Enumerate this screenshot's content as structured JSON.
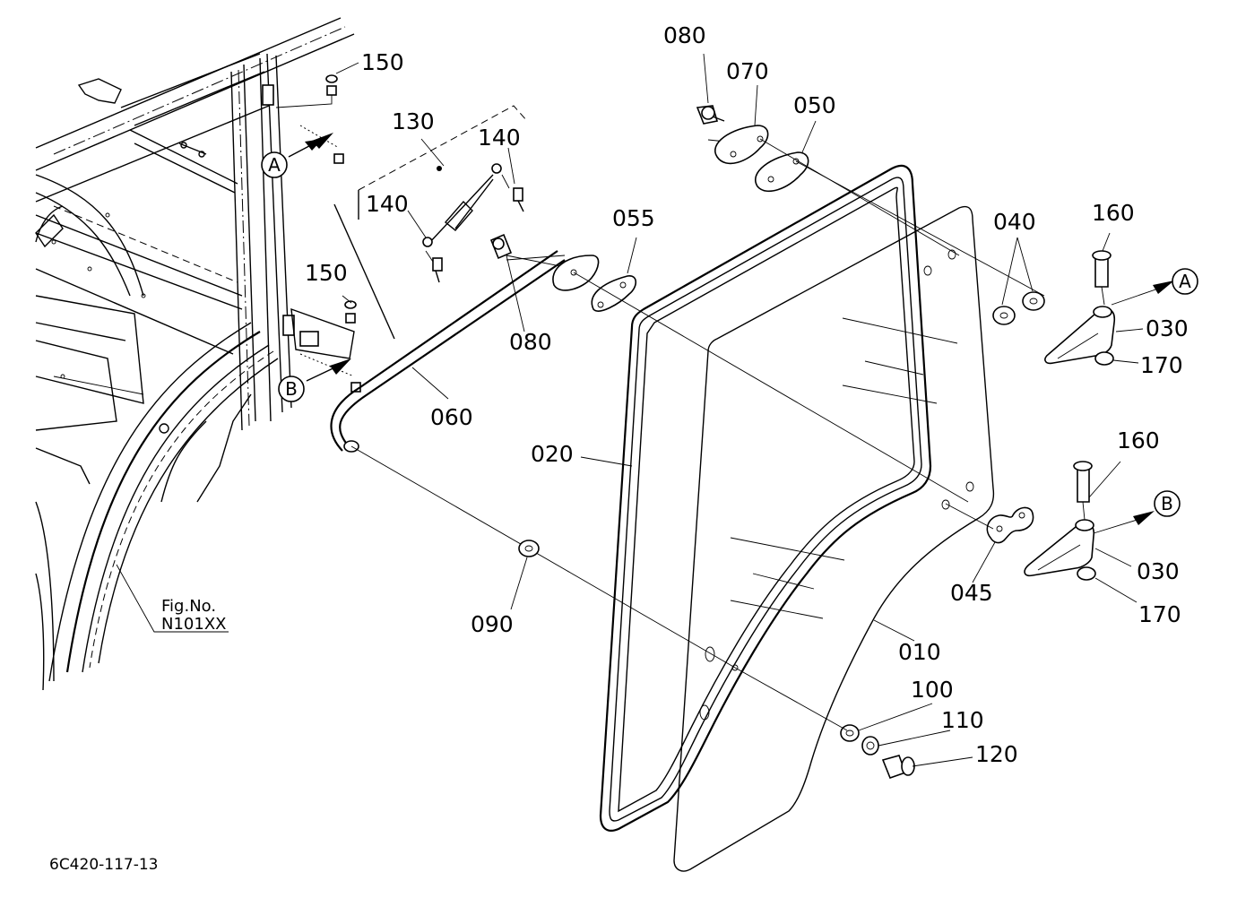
{
  "figure_number_label": "Fig.No.",
  "figure_number": "N101XX",
  "drawing_code": "6C420-117-13",
  "view_markers": [
    "A",
    "B"
  ],
  "parts": {
    "p010": "010",
    "p020": "020",
    "p030a": "030",
    "p030b": "030",
    "p040": "040",
    "p045": "045",
    "p050": "050",
    "p055": "055",
    "p060": "060",
    "p070": "070",
    "p080a": "080",
    "p080b": "080",
    "p090": "090",
    "p100": "100",
    "p110": "110",
    "p120": "120",
    "p130": "130",
    "p140a": "140",
    "p140b": "140",
    "p150a": "150",
    "p150b": "150",
    "p160a": "160",
    "p160b": "160",
    "p170a": "170",
    "p170b": "170"
  }
}
